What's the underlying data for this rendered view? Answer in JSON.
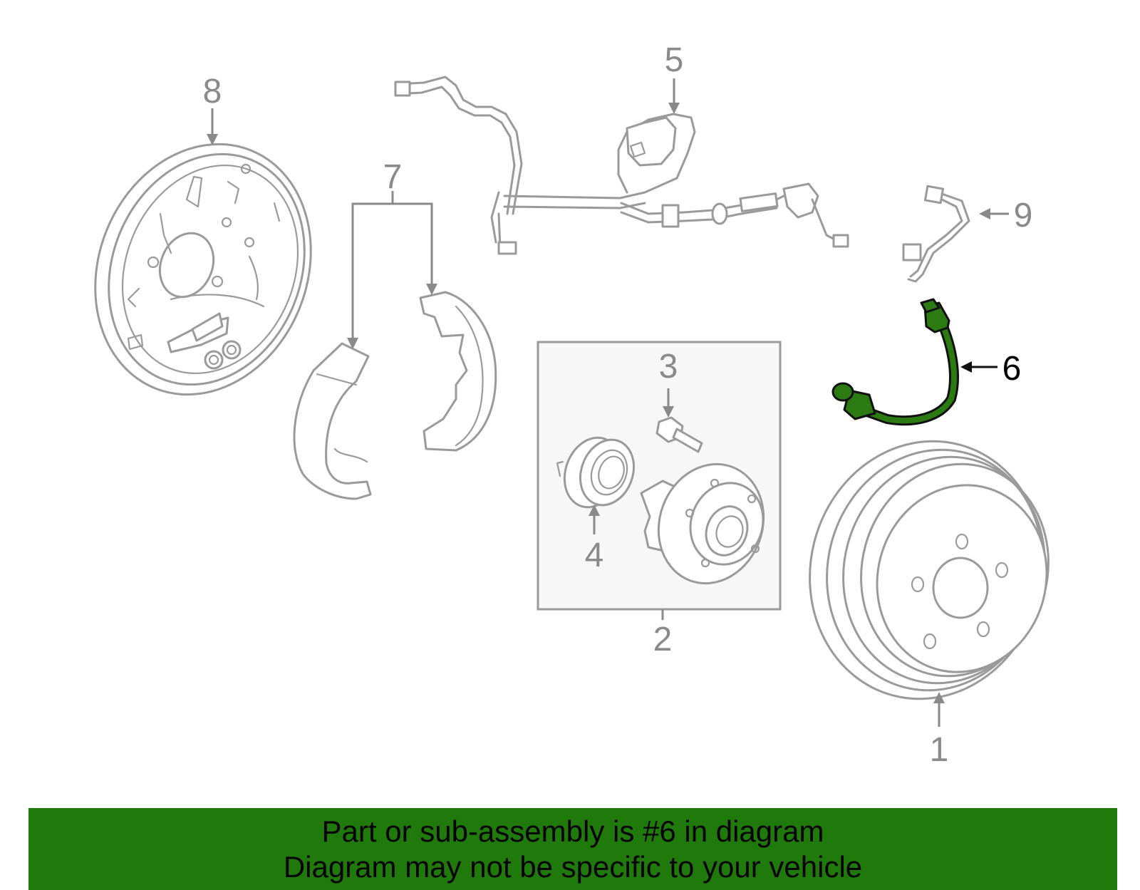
{
  "callouts": {
    "n1": "1",
    "n2": "2",
    "n3": "3",
    "n4": "4",
    "n5": "5",
    "n6": "6",
    "n7": "7",
    "n8": "8",
    "n9": "9"
  },
  "highlighted_part": "6",
  "colors": {
    "highlight": "#2b7a12",
    "banner": "#1f7a0b",
    "line_art": "#9a9a9a"
  },
  "banner": {
    "line1": "Part or sub-assembly is #6 in diagram",
    "line2": "Diagram may not be specific to your vehicle"
  }
}
